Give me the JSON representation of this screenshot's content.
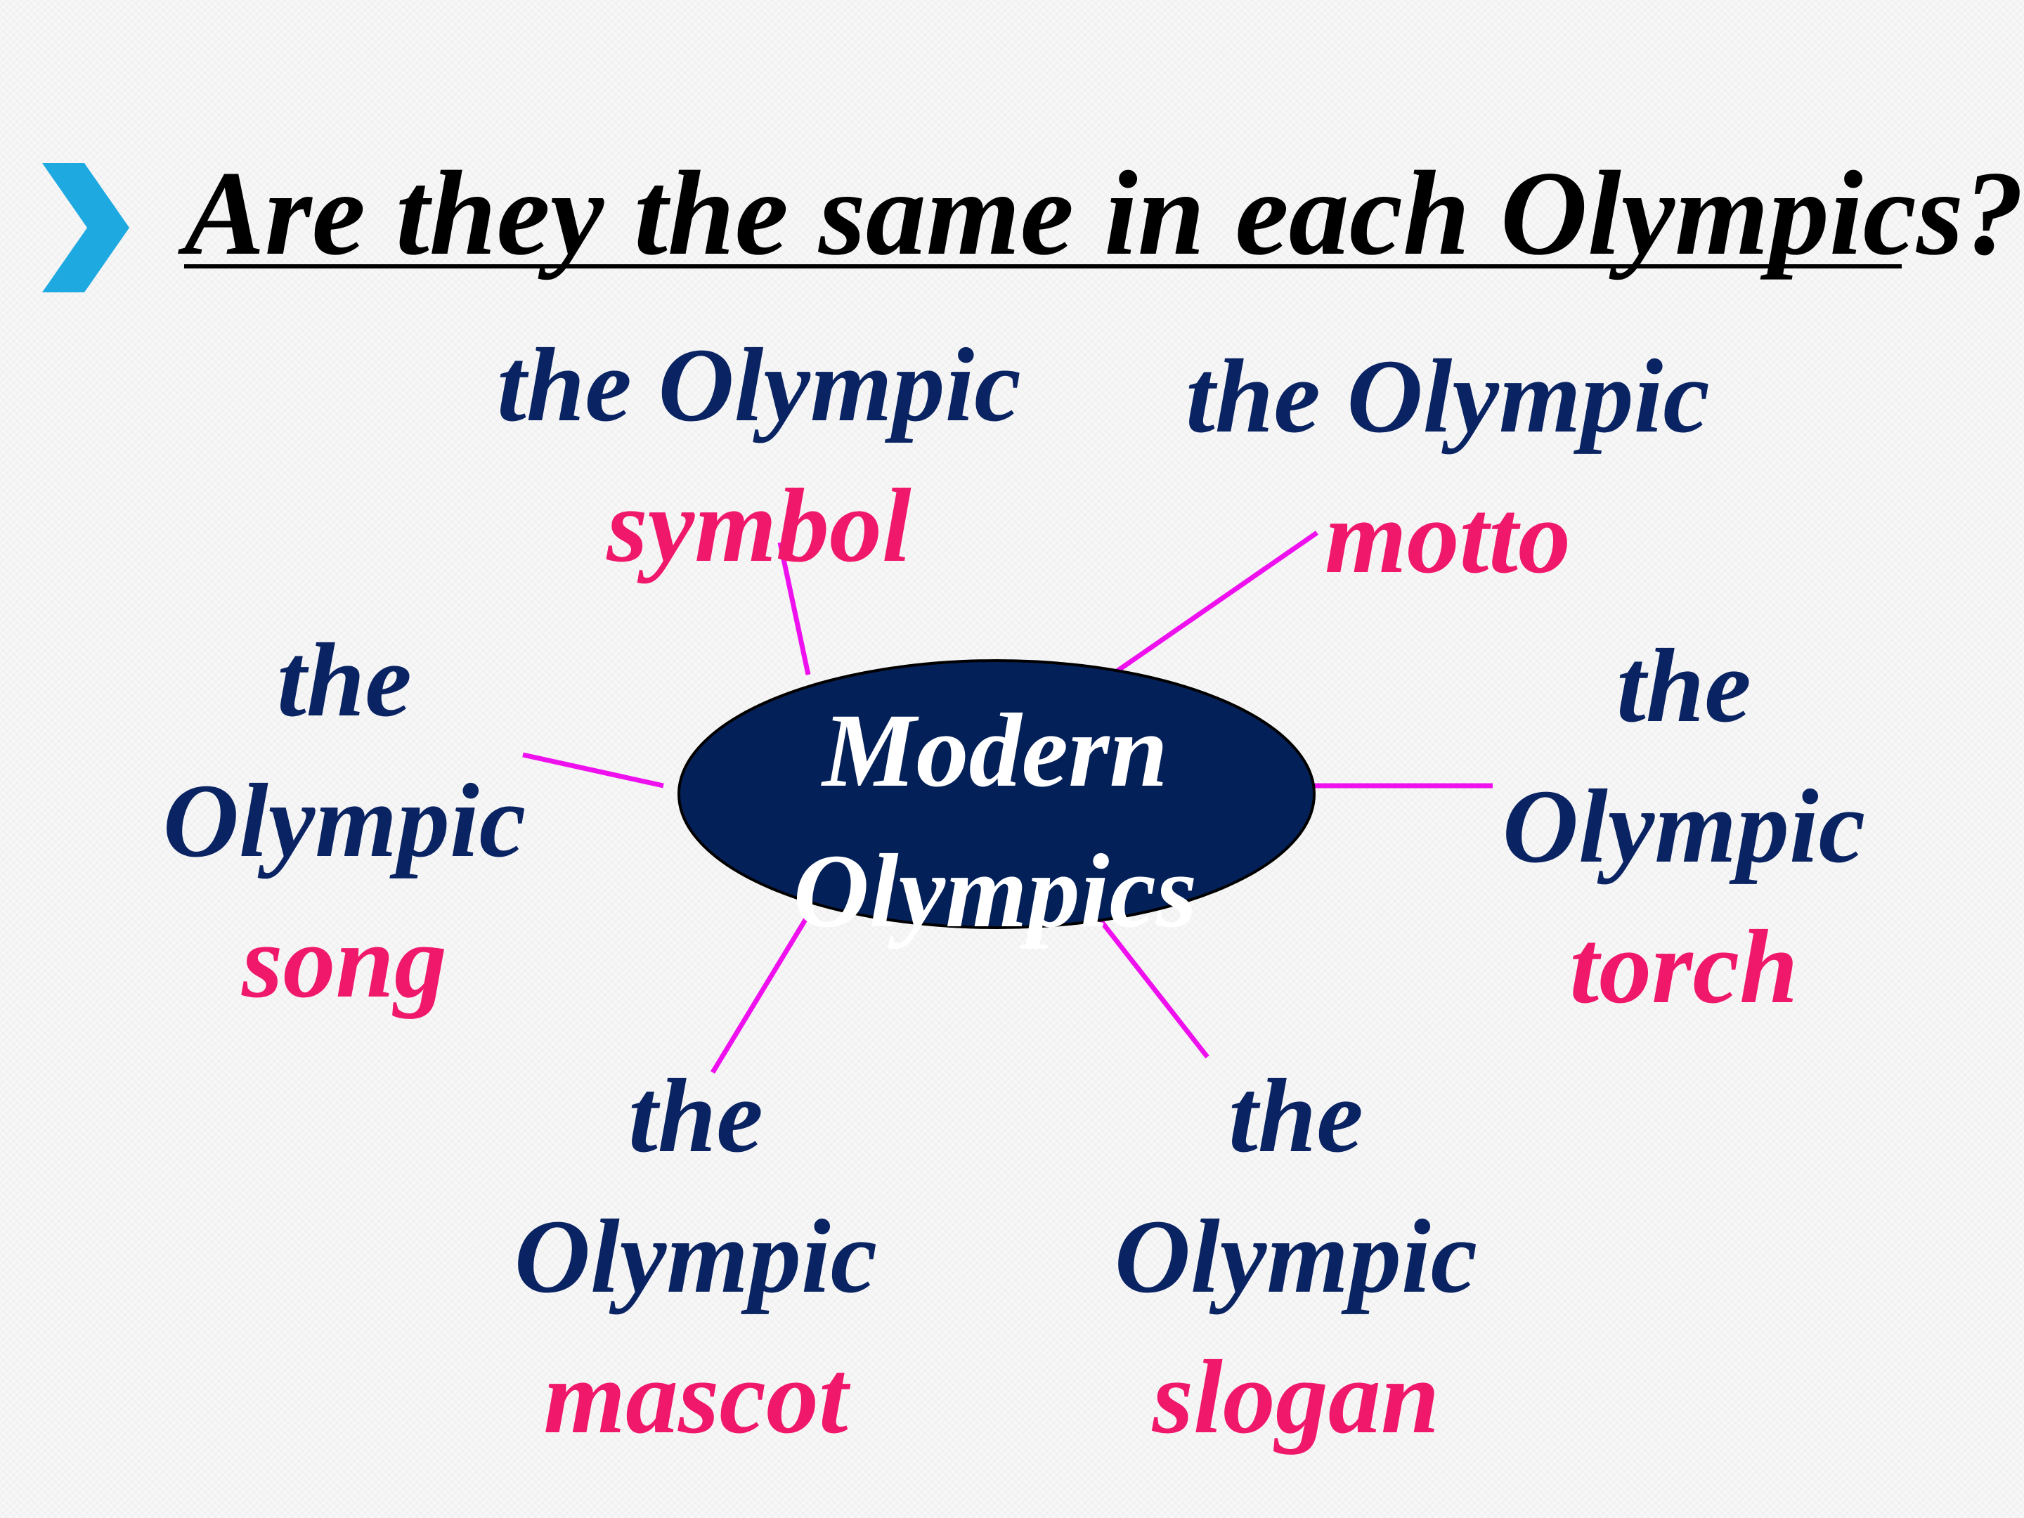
{
  "title": "Are they the same in each Olympics?",
  "hub": {
    "line1": "Modern",
    "line2": "Olympics"
  },
  "nodes": [
    {
      "id": "symbol",
      "prefix": "the Olympic",
      "keyword": "symbol"
    },
    {
      "id": "motto",
      "prefix": "the Olympic",
      "keyword": "motto"
    },
    {
      "id": "song",
      "prefix_line1": "the",
      "prefix_line2": "Olympic",
      "keyword": "song"
    },
    {
      "id": "torch",
      "prefix_line1": "the",
      "prefix_line2": "Olympic",
      "keyword": "torch"
    },
    {
      "id": "mascot",
      "prefix_line1": "the",
      "prefix_line2": "Olympic",
      "keyword": "mascot"
    },
    {
      "id": "slogan",
      "prefix_line1": "the",
      "prefix_line2": "Olympic",
      "keyword": "slogan"
    }
  ],
  "colors": {
    "title_text": "#000000",
    "chevron": "#1fa9e1",
    "hub_fill": "#042058",
    "hub_text": "#ffffff",
    "node_text": "#0a2362",
    "keyword_text": "#f0186b",
    "connector": "#ee11ee"
  },
  "icons": {
    "chevron": "chevron-right-icon"
  }
}
